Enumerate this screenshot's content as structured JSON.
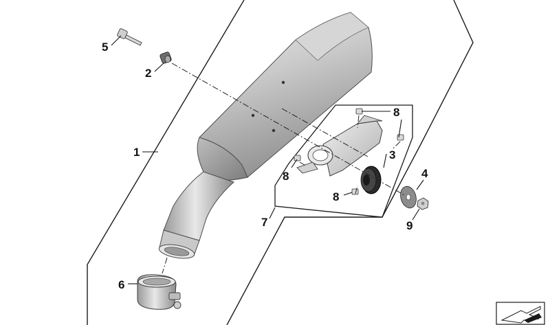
{
  "callouts": [
    {
      "id": "1",
      "label": "1"
    },
    {
      "id": "2",
      "label": "2"
    },
    {
      "id": "3",
      "label": "3"
    },
    {
      "id": "4",
      "label": "4"
    },
    {
      "id": "5",
      "label": "5"
    },
    {
      "id": "6",
      "label": "6"
    },
    {
      "id": "7",
      "label": "7"
    },
    {
      "id": "8a",
      "label": "8"
    },
    {
      "id": "8b",
      "label": "8"
    },
    {
      "id": "8c",
      "label": "8"
    },
    {
      "id": "9",
      "label": "9"
    }
  ],
  "icons": {
    "corner_badge": "direction-arrow-icon"
  },
  "colors": {
    "outline": "#1a1a1a",
    "metal_light": "#e2e2e2",
    "metal_mid": "#b8b8b8",
    "metal_dark": "#8a8a8a",
    "rubber": "#2a2a2a"
  }
}
